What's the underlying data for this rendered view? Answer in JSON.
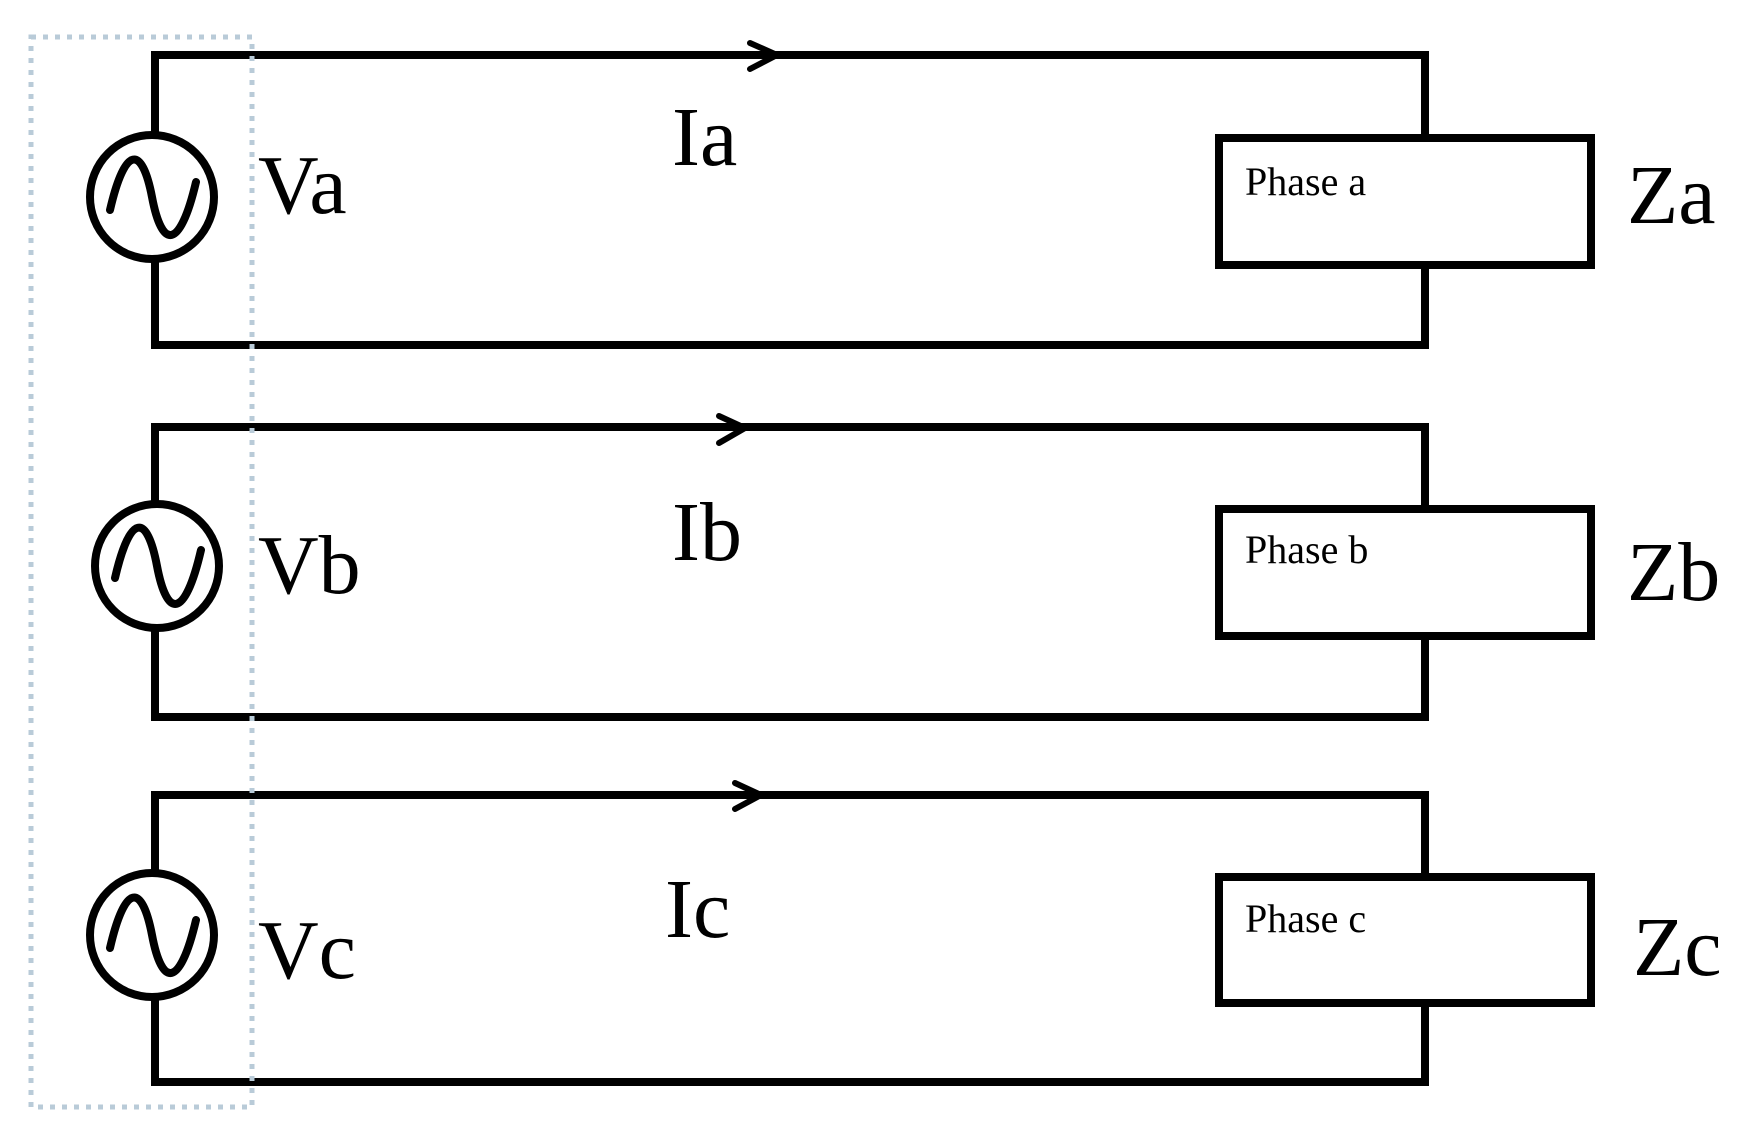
{
  "phases": [
    {
      "id": "a",
      "source_label": "Va",
      "current_label": "Ia",
      "load_label": "Phase a",
      "impedance_label": "Za"
    },
    {
      "id": "b",
      "source_label": "Vb",
      "current_label": "Ib",
      "load_label": "Phase b",
      "impedance_label": "Zb"
    },
    {
      "id": "c",
      "source_label": "Vc",
      "current_label": "Ic",
      "load_label": "Phase c",
      "impedance_label": "Zc"
    }
  ],
  "icons": {
    "source": "ac-voltage-source-icon",
    "current_direction": "arrow-right-icon"
  },
  "colors": {
    "wire": "#000000",
    "source_group_outline": "#b9cbd8",
    "background": "#ffffff"
  }
}
